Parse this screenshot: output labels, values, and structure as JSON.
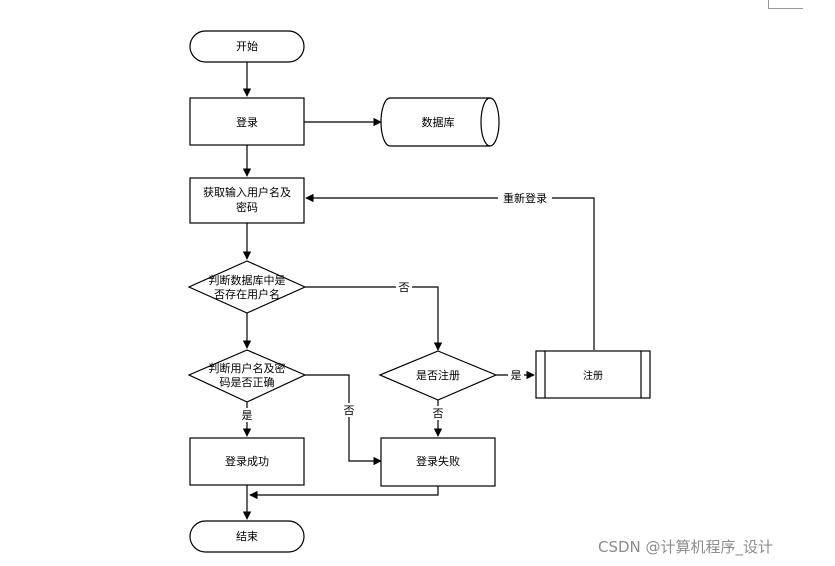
{
  "diagram": {
    "nodes": {
      "start": "开始",
      "login": "登录",
      "database": "数据库",
      "get_credentials_line1": "获取输入用户名及",
      "get_credentials_line2": "密码",
      "check_user_line1": "判断数据库中是",
      "check_user_line2": "否存在用户名",
      "check_password_line1": "判断用户名及密",
      "check_password_line2": "码是否正确",
      "ask_register": "是否注册",
      "register": "注册",
      "login_success": "登录成功",
      "login_fail": "登录失败",
      "end": "结束"
    },
    "edge_labels": {
      "relogin": "重新登录",
      "user_not_found_no": "否",
      "password_yes": "是",
      "password_no": "否",
      "register_yes": "是",
      "register_no": "否"
    }
  },
  "watermark": "CSDN @计算机程序_设计"
}
